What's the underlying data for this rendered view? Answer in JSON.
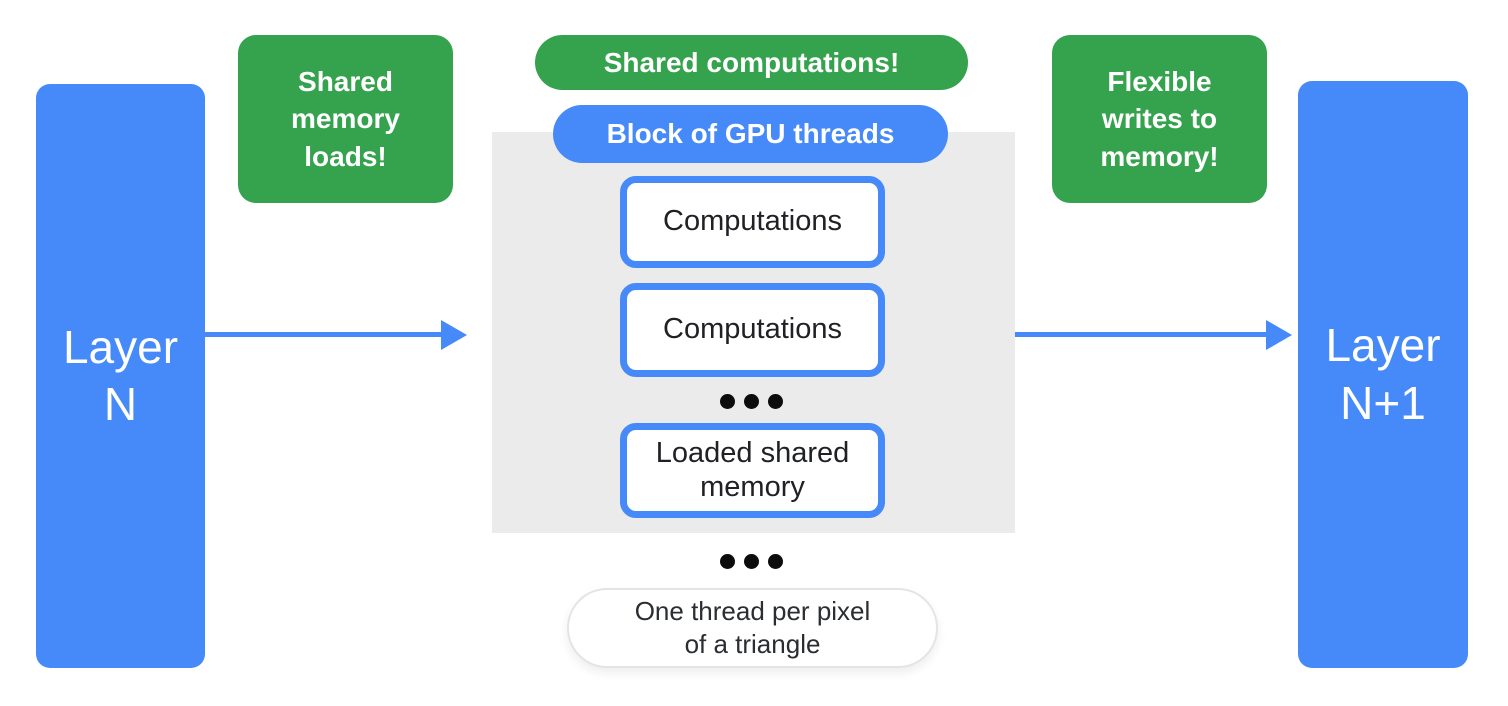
{
  "colors": {
    "blue": "#4689F8",
    "green": "#35A24E",
    "panel_gray": "#EBEBEB",
    "text_dark": "#202124",
    "white": "#FFFFFF"
  },
  "layers": {
    "left": {
      "line1": "Layer",
      "line2": "N"
    },
    "right": {
      "line1": "Layer",
      "line2": "N+1"
    }
  },
  "callouts": {
    "shared_memory_loads": "Shared memory loads!",
    "shared_computations": "Shared computations!",
    "flexible_writes": "Flexible writes to memory!"
  },
  "gpu_block": {
    "label": "Block of GPU threads",
    "boxes": [
      "Computations",
      "Computations",
      "Loaded shared memory"
    ]
  },
  "note": "One thread per pixel of a triangle"
}
